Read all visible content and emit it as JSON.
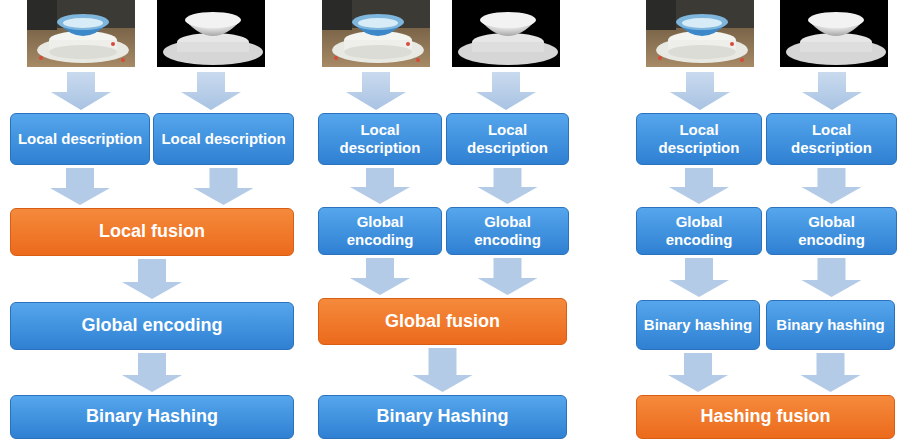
{
  "diagram": {
    "nodes": [
      {
        "text": [
          "Local description"
        ]
      },
      {
        "text": [
          "Local description"
        ]
      },
      {
        "text": [
          "Local fusion"
        ]
      },
      {
        "text": [
          "Global encoding"
        ]
      },
      {
        "text": [
          "Binary Hashing"
        ]
      },
      {
        "text": [
          "Local description"
        ]
      },
      {
        "text": [
          "Local description"
        ]
      },
      {
        "text": [
          "Global encoding"
        ]
      },
      {
        "text": [
          "Global encoding"
        ]
      },
      {
        "text": [
          "Global fusion"
        ]
      },
      {
        "text": [
          "Binary Hashing"
        ]
      },
      {
        "text": [
          "Local description"
        ]
      },
      {
        "text": [
          "Local description"
        ]
      },
      {
        "text": [
          "Global encoding"
        ]
      },
      {
        "text": [
          "Global encoding"
        ]
      },
      {
        "text": [
          "Binary hashing"
        ]
      },
      {
        "text": [
          "Binary hashing"
        ]
      },
      {
        "text": [
          "Hashing fusion"
        ]
      }
    ],
    "edges": [
      {
        "from": 0,
        "to": 2,
        "arrow": "to"
      },
      {
        "from": 1,
        "to": 2,
        "arrow": "to"
      },
      {
        "from": 2,
        "to": 3,
        "arrow": "to"
      },
      {
        "from": 3,
        "to": 4,
        "arrow": "to"
      },
      {
        "from": 5,
        "to": 7,
        "arrow": "to"
      },
      {
        "from": 6,
        "to": 8,
        "arrow": "to"
      },
      {
        "from": 7,
        "to": 9,
        "arrow": "to"
      },
      {
        "from": 8,
        "to": 9,
        "arrow": "to"
      },
      {
        "from": 9,
        "to": 10,
        "arrow": "to"
      },
      {
        "from": 11,
        "to": 13,
        "arrow": "to"
      },
      {
        "from": 12,
        "to": 14,
        "arrow": "to"
      },
      {
        "from": 13,
        "to": 15,
        "arrow": "to"
      },
      {
        "from": 14,
        "to": 16,
        "arrow": "to"
      },
      {
        "from": 15,
        "to": 17,
        "arrow": "to"
      },
      {
        "from": 16,
        "to": 17,
        "arrow": "to"
      }
    ]
  }
}
